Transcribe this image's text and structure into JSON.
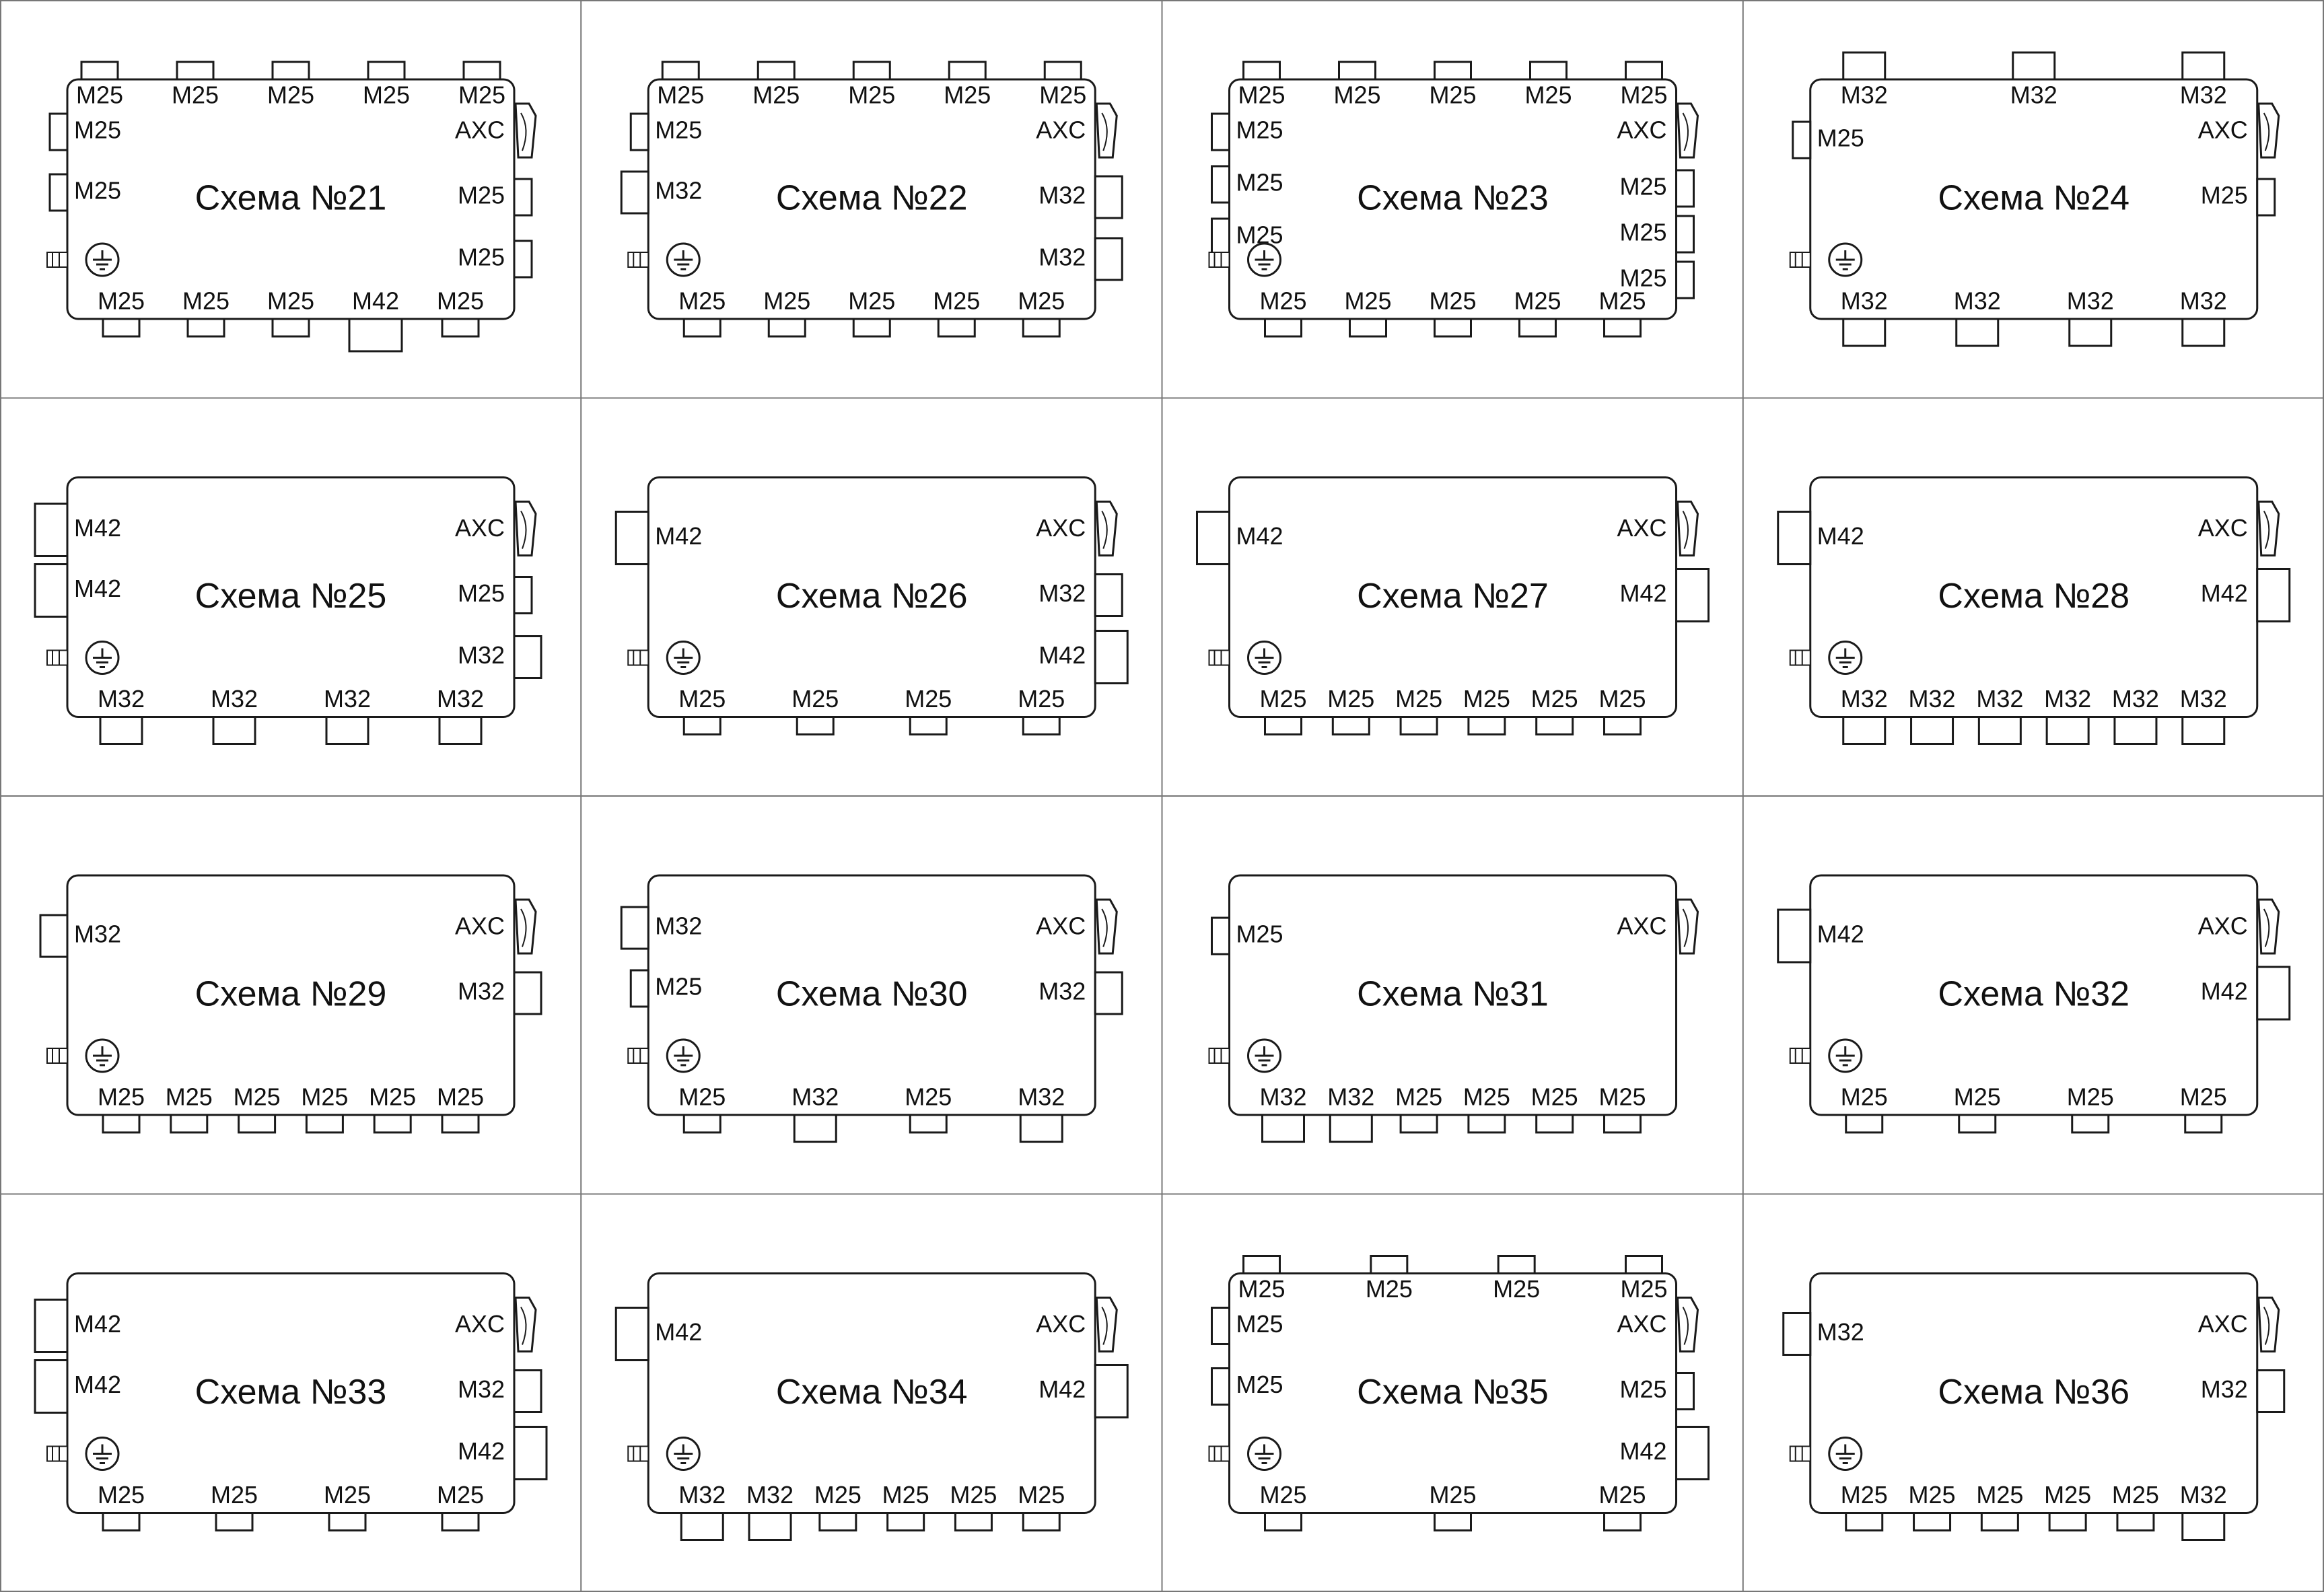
{
  "diagram": {
    "columns": 4,
    "rows": 4,
    "schemes": [
      {
        "title": "Схема №21",
        "top": [
          "M25",
          "M25",
          "M25",
          "M25",
          "M25"
        ],
        "left": [
          "M25",
          "M25"
        ],
        "right": [
          "AXC",
          "M25",
          "M25"
        ],
        "bottom": [
          "M25",
          "M25",
          "M25",
          "M42",
          "M25"
        ]
      },
      {
        "title": "Схема №22",
        "top": [
          "M25",
          "M25",
          "M25",
          "M25",
          "M25"
        ],
        "left": [
          "M25",
          "M32"
        ],
        "right": [
          "AXC",
          "M32",
          "M32"
        ],
        "bottom": [
          "M25",
          "M25",
          "M25",
          "M25",
          "M25"
        ]
      },
      {
        "title": "Схема №23",
        "top": [
          "M25",
          "M25",
          "M25",
          "M25",
          "M25"
        ],
        "left": [
          "M25",
          "M25",
          "M25"
        ],
        "right": [
          "AXC",
          "M25",
          "M25",
          "M25"
        ],
        "bottom": [
          "M25",
          "M25",
          "M25",
          "M25",
          "M25"
        ]
      },
      {
        "title": "Схема №24",
        "top": [
          "M32",
          "M32",
          "M32"
        ],
        "left": [
          "M25"
        ],
        "right": [
          "AXC",
          "M25"
        ],
        "bottom": [
          "M32",
          "M32",
          "M32",
          "M32"
        ]
      },
      {
        "title": "Схема №25",
        "top": [],
        "left": [
          "M42",
          "M42"
        ],
        "right": [
          "AXC",
          "M25",
          "M32"
        ],
        "bottom": [
          "M32",
          "M32",
          "M32",
          "M32"
        ]
      },
      {
        "title": "Схема №26",
        "top": [],
        "left": [
          "M42"
        ],
        "right": [
          "AXC",
          "M32",
          "M42"
        ],
        "bottom": [
          "M25",
          "M25",
          "M25",
          "M25"
        ]
      },
      {
        "title": "Схема №27",
        "top": [],
        "left": [
          "M42"
        ],
        "right": [
          "AXC",
          "M42"
        ],
        "bottom": [
          "M25",
          "M25",
          "M25",
          "M25",
          "M25",
          "M25"
        ]
      },
      {
        "title": "Схема №28",
        "top": [],
        "left": [
          "M42"
        ],
        "right": [
          "AXC",
          "M42"
        ],
        "bottom": [
          "M32",
          "M32",
          "M32",
          "M32",
          "M32",
          "M32"
        ]
      },
      {
        "title": "Схема №29",
        "top": [],
        "left": [
          "M32"
        ],
        "right": [
          "AXC",
          "M32"
        ],
        "bottom": [
          "M25",
          "M25",
          "M25",
          "M25",
          "M25",
          "M25"
        ]
      },
      {
        "title": "Схема №30",
        "top": [],
        "left": [
          "M32",
          "M25"
        ],
        "right": [
          "AXC",
          "M32"
        ],
        "bottom": [
          "M25",
          "M32",
          "M25",
          "M32"
        ]
      },
      {
        "title": "Схема №31",
        "top": [],
        "left": [
          "M25"
        ],
        "right": [
          "AXC"
        ],
        "bottom": [
          "M32",
          "M32",
          "M25",
          "M25",
          "M25",
          "M25"
        ]
      },
      {
        "title": "Схема №32",
        "top": [],
        "left": [
          "M42"
        ],
        "right": [
          "AXC",
          "M42"
        ],
        "bottom": [
          "M25",
          "M25",
          "M25",
          "M25"
        ]
      },
      {
        "title": "Схема №33",
        "top": [],
        "left": [
          "M42",
          "M42"
        ],
        "right": [
          "AXC",
          "M32",
          "M42"
        ],
        "bottom": [
          "M25",
          "M25",
          "M25",
          "M25"
        ]
      },
      {
        "title": "Схема №34",
        "top": [],
        "left": [
          "M42"
        ],
        "right": [
          "AXC",
          "M42"
        ],
        "bottom": [
          "M32",
          "M32",
          "M25",
          "M25",
          "M25",
          "M25"
        ]
      },
      {
        "title": "Схема №35",
        "top": [
          "M25",
          "M25",
          "M25",
          "M25"
        ],
        "left": [
          "M25",
          "M25"
        ],
        "right": [
          "AXC",
          "M25",
          "M42"
        ],
        "bottom": [
          "M25",
          "M25",
          "M25"
        ]
      },
      {
        "title": "Схема №36",
        "top": [],
        "left": [
          "M32"
        ],
        "right": [
          "AXC",
          "M32"
        ],
        "bottom": [
          "M25",
          "M25",
          "M25",
          "M25",
          "M25",
          "M32"
        ]
      }
    ]
  }
}
